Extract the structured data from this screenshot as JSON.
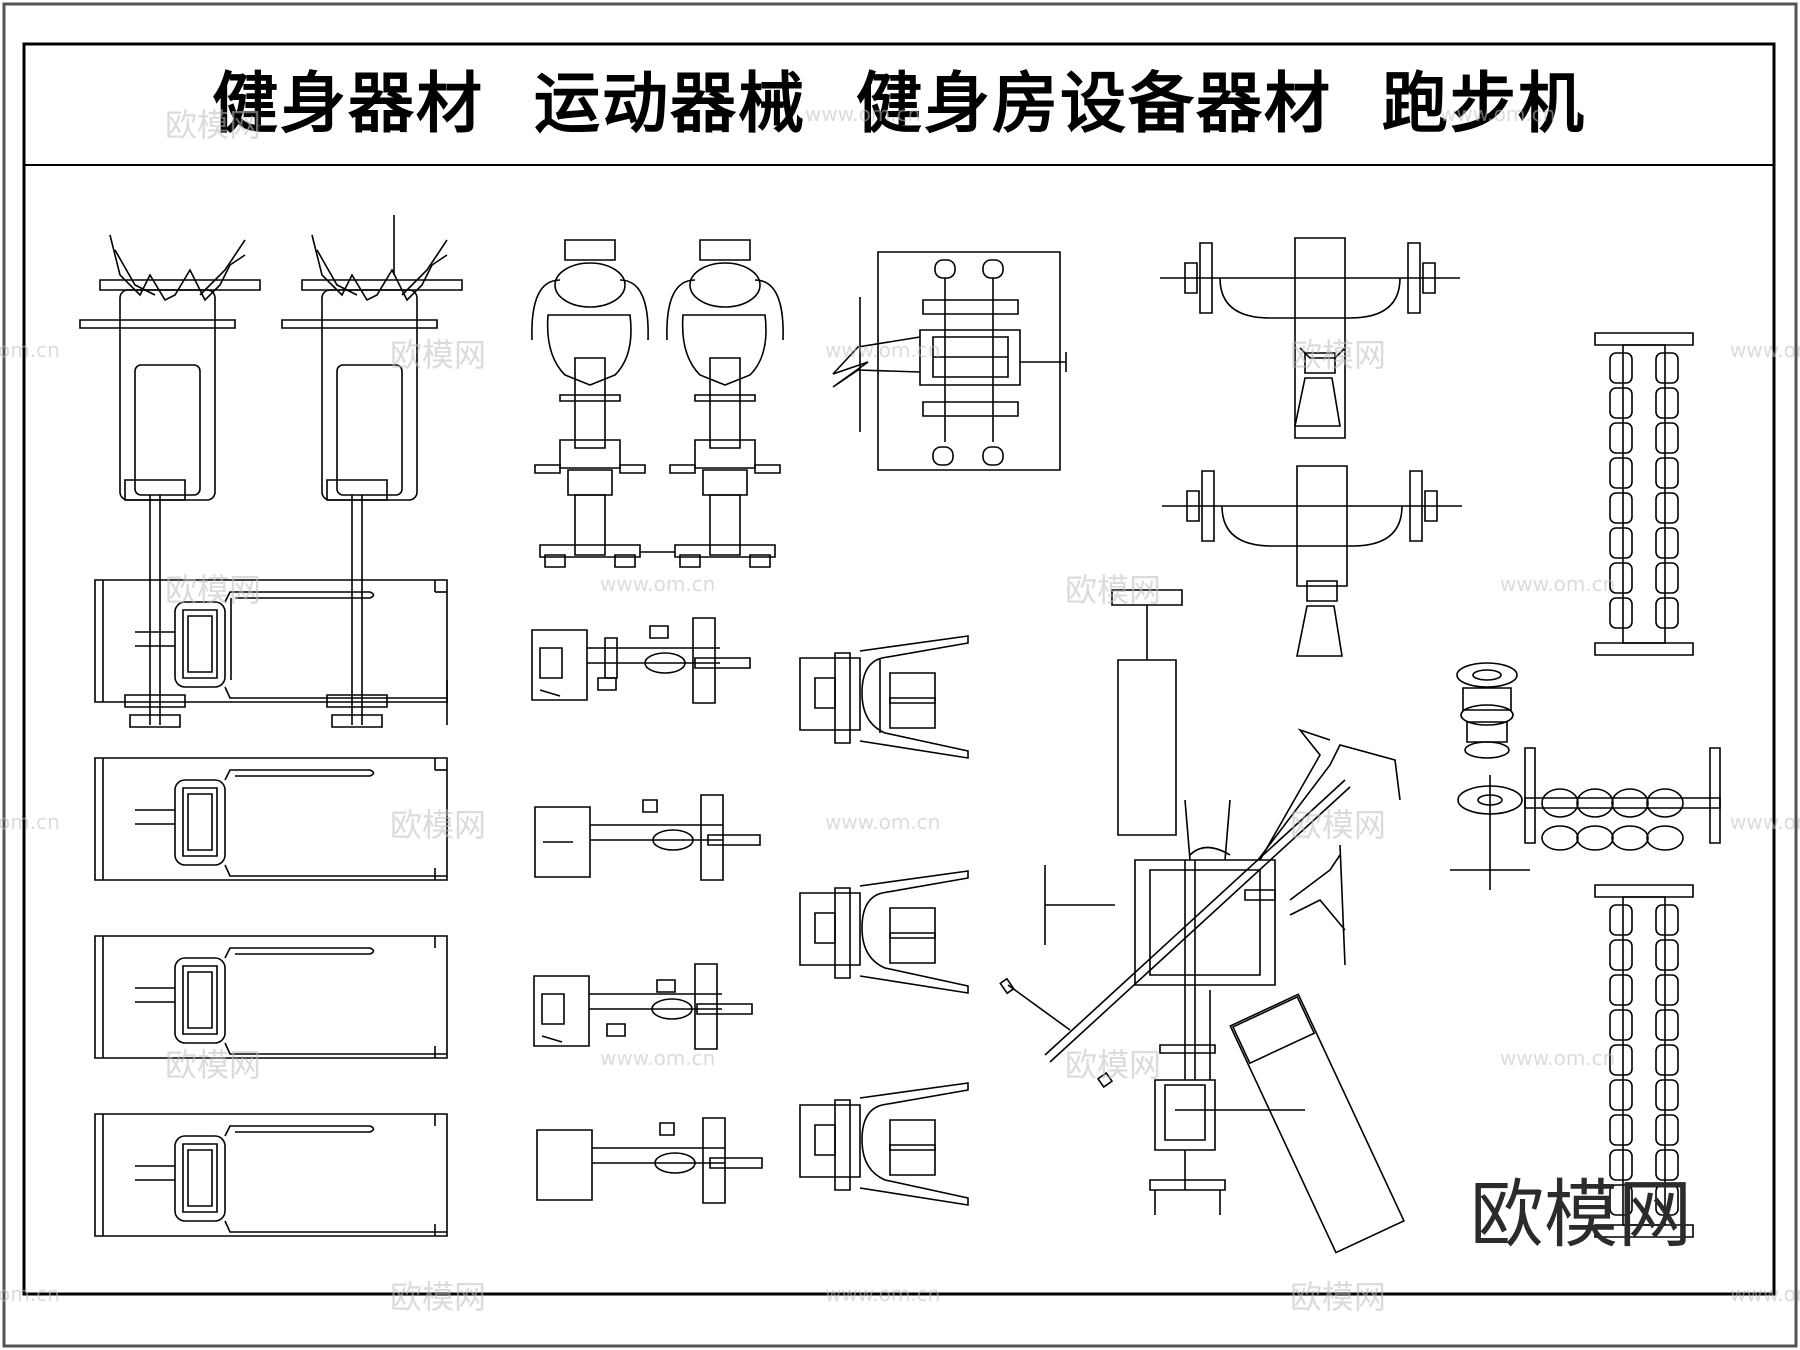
{
  "title": "健身器材  运动器械  健身房设备器材  跑步机",
  "brand_mark": "欧模网",
  "watermark": {
    "logo": "欧模网",
    "url": "www.om.cn",
    "fragment": "om.cn"
  },
  "colors": {
    "line": "#000000",
    "frame_outer": "#555555",
    "watermark": "#bfbfbf"
  }
}
